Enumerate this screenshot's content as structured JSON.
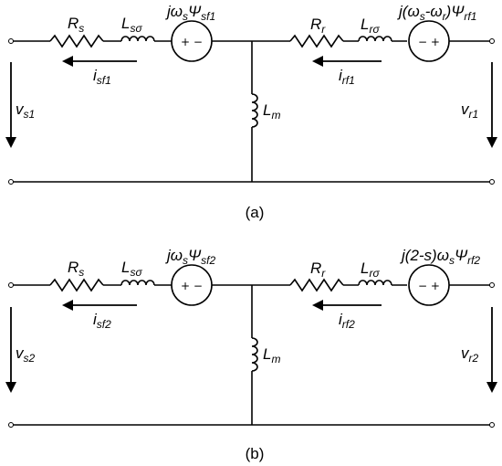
{
  "colors": {
    "line": "#000000",
    "background": "#ffffff"
  },
  "circuits": [
    {
      "caption": "(a)",
      "stator_resistance": {
        "main": "R",
        "sub": "s"
      },
      "stator_inductance": {
        "main": "L",
        "sub": "sσ"
      },
      "stator_source": {
        "main": "jω",
        "sub1": "s",
        "main2": "Ψ",
        "sub2": "sf1",
        "polarity": "+ −"
      },
      "stator_current": {
        "main": "i",
        "sub": "sf1"
      },
      "stator_voltage": {
        "main": "v",
        "sub": "s1"
      },
      "magnetizing": {
        "main": "L",
        "sub": "m"
      },
      "rotor_resistance": {
        "main": "R",
        "sub": "r"
      },
      "rotor_inductance": {
        "main": "L",
        "sub": "rσ"
      },
      "rotor_source": {
        "text": "j(ω",
        "sub1": "s",
        "text2": "-ω",
        "sub2": "r",
        "text3": ")Ψ",
        "sub3": "rf1",
        "polarity": "− +"
      },
      "rotor_current": {
        "main": "i",
        "sub": "rf1"
      },
      "rotor_voltage": {
        "main": "v",
        "sub": "r1"
      }
    },
    {
      "caption": "(b)",
      "stator_resistance": {
        "main": "R",
        "sub": "s"
      },
      "stator_inductance": {
        "main": "L",
        "sub": "sσ"
      },
      "stator_source": {
        "main": "jω",
        "sub1": "s",
        "main2": "Ψ",
        "sub2": "sf2",
        "polarity": "+ −"
      },
      "stator_current": {
        "main": "i",
        "sub": "sf2"
      },
      "stator_voltage": {
        "main": "v",
        "sub": "s2"
      },
      "magnetizing": {
        "main": "L",
        "sub": "m"
      },
      "rotor_resistance": {
        "main": "R",
        "sub": "r"
      },
      "rotor_inductance": {
        "main": "L",
        "sub": "rσ"
      },
      "rotor_source": {
        "text": "j(2-s)ω",
        "sub1": "s",
        "text2": "Ψ",
        "sub2": "rf2",
        "text3": "",
        "sub3": "",
        "polarity": "− +"
      },
      "rotor_current": {
        "main": "i",
        "sub": "rf2"
      },
      "rotor_voltage": {
        "main": "v",
        "sub": "r2"
      }
    }
  ]
}
